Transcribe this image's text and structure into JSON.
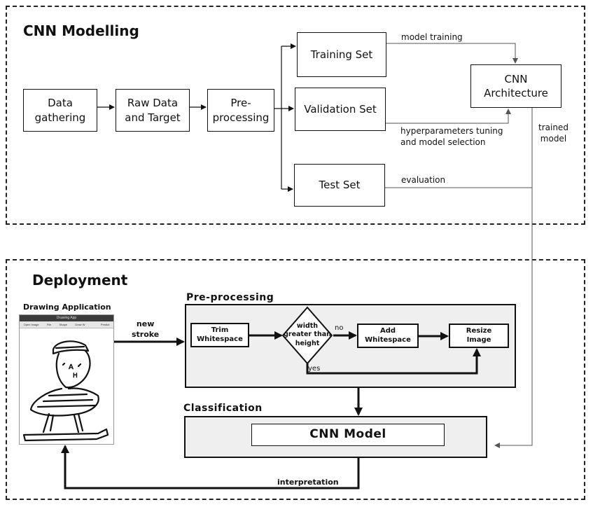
{
  "modelling": {
    "title": "CNN Modelling",
    "boxes": {
      "data_gathering": "Data\ngathering",
      "raw_data": "Raw Data\nand Target",
      "preprocessing": "Pre-\nprocessing",
      "training_set": "Training Set",
      "validation_set": "Validation Set",
      "test_set": "Test Set",
      "cnn_architecture": "CNN\nArchitecture"
    },
    "labels": {
      "model_training": "model training",
      "hyperparameters": "hyperparameters tuning\nand model selection",
      "evaluation": "evaluation",
      "trained_model": "trained\nmodel"
    }
  },
  "deployment": {
    "title": "Deployment",
    "drawing_app": {
      "title": "Drawing Application",
      "window_title": "Drawing App",
      "menu": [
        "Open Image",
        "File",
        "Shape",
        "Draw W",
        "",
        "Predict"
      ]
    },
    "new_stroke": "new\nstroke",
    "preprocessing": {
      "title": "Pre-processing",
      "trim": "Trim\nWhitespace",
      "decision": "width\ngreater than\nheight",
      "no": "no",
      "yes": "yes",
      "add": "Add\nWhitespace",
      "resize": "Resize\nImage"
    },
    "classification": {
      "title": "Classification",
      "model": "CNN Model"
    },
    "interpretation": "interpretation"
  }
}
